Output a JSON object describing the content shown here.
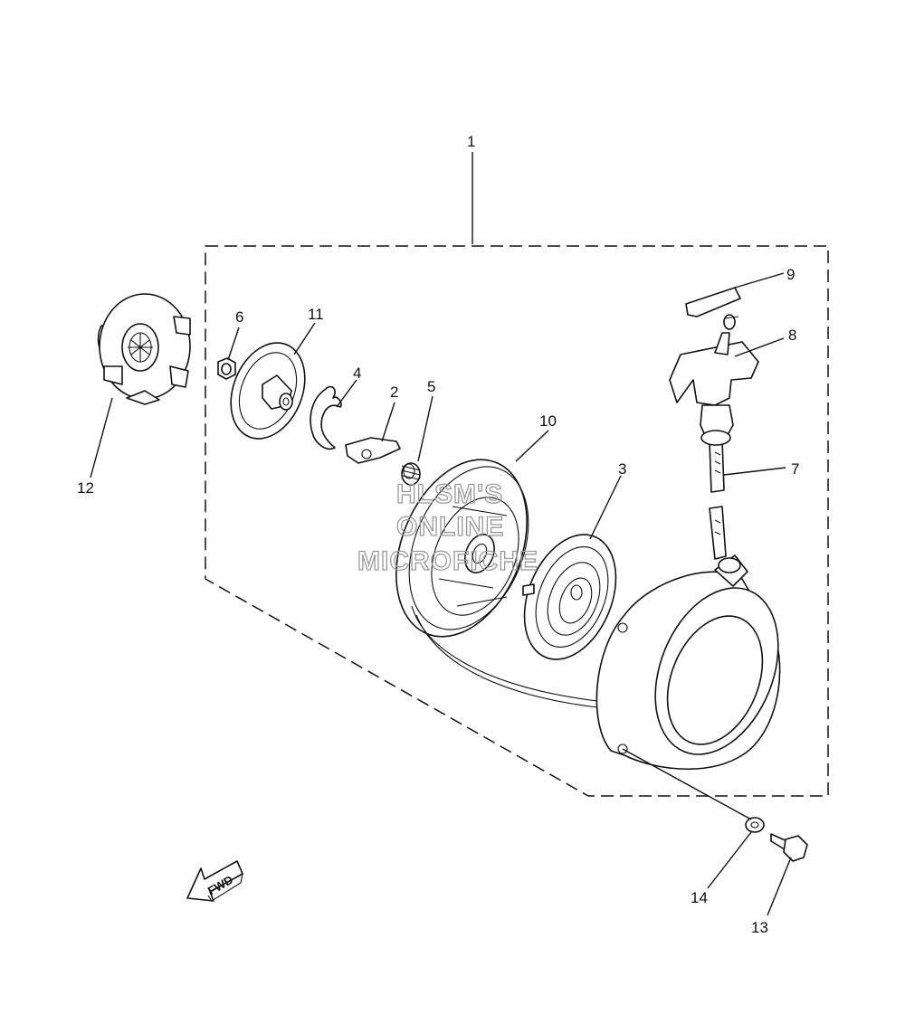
{
  "callouts": [
    {
      "id": "1",
      "label": "1"
    },
    {
      "id": "2",
      "label": "2"
    },
    {
      "id": "3",
      "label": "3"
    },
    {
      "id": "4",
      "label": "4"
    },
    {
      "id": "5",
      "label": "5"
    },
    {
      "id": "6",
      "label": "6"
    },
    {
      "id": "7",
      "label": "7"
    },
    {
      "id": "8",
      "label": "8"
    },
    {
      "id": "9",
      "label": "9"
    },
    {
      "id": "10",
      "label": "10"
    },
    {
      "id": "11",
      "label": "11"
    },
    {
      "id": "12",
      "label": "12"
    },
    {
      "id": "13",
      "label": "13"
    },
    {
      "id": "14",
      "label": "14"
    }
  ],
  "watermark": {
    "line1": "HLSM'S",
    "line2": "ONLINE",
    "line3": "MICROFICHE"
  },
  "fwd_arrow": {
    "label": "FWD"
  },
  "colors": {
    "line": "#111111",
    "watermark": "#9a9a9a",
    "background": "#ffffff"
  }
}
